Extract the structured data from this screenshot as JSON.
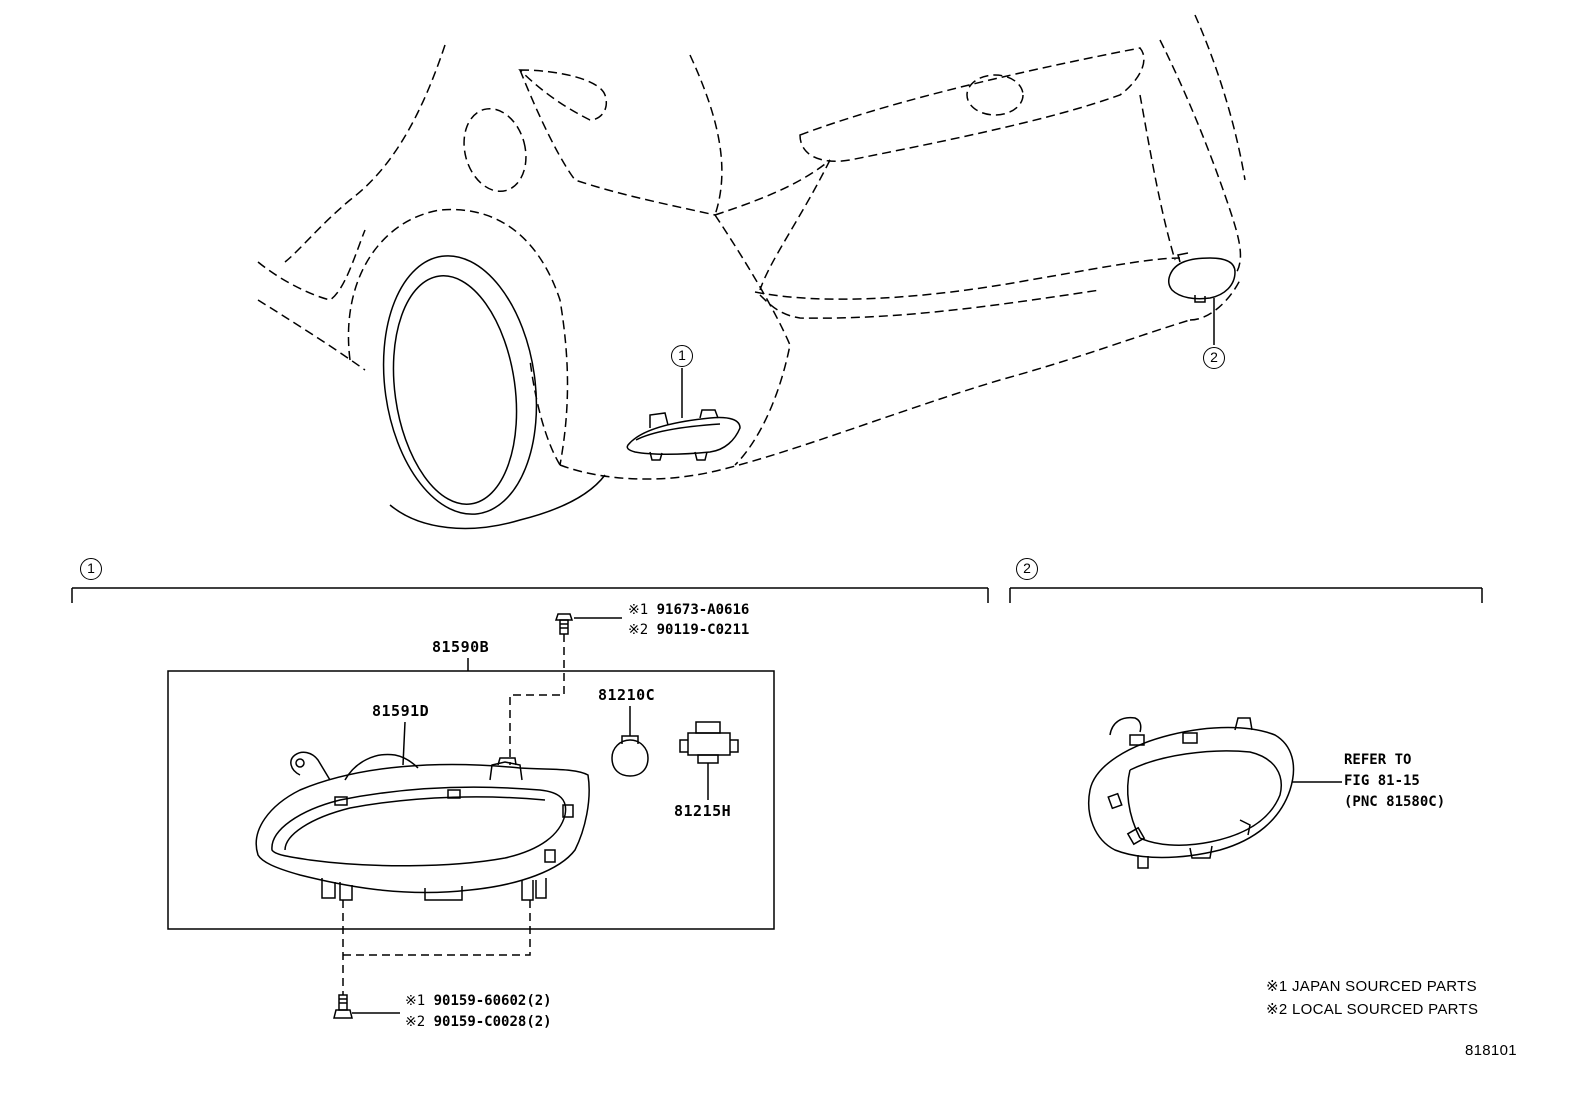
{
  "callouts": {
    "marker_1": "1",
    "marker_2": "2"
  },
  "sections": {
    "section_1_marker": "1",
    "section_2_marker": "2"
  },
  "parts": {
    "assembly": "81590B",
    "housing": "81591D",
    "bulb": "81210C",
    "socket": "81215H",
    "top_screw": {
      "line1_mark": "※1",
      "line1_code": "91673-A0616",
      "line2_mark": "※2",
      "line2_code": "90119-C0211"
    },
    "bottom_screw": {
      "line1_mark": "※1",
      "line1_code": "90159-60602(2)",
      "line2_mark": "※2",
      "line2_code": "90159-C0028(2)"
    }
  },
  "reference": {
    "line1": "REFER TO",
    "line2": "FIG 81-15",
    "line3": "(PNC 81580C)"
  },
  "legend": {
    "item1": "※1 JAPAN SOURCED PARTS",
    "item2": "※2 LOCAL SOURCED PARTS"
  },
  "figure_number": "818101"
}
